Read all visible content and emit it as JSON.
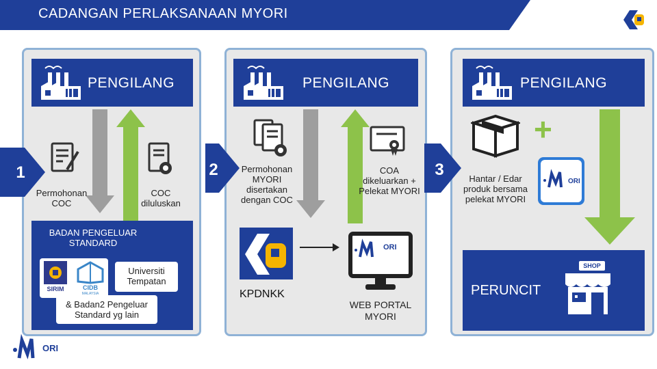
{
  "title": "CADANGAN PERLAKSANAAN MYORI",
  "panels": {
    "p1": {
      "header": "PENGILANG",
      "step": "1",
      "left_label": "Permohonan COC",
      "right_label": "COC diluluskan",
      "agency_header": "BADAN PENGELUAR STANDARD",
      "uni_label": "Universiti Tempatan",
      "sirim_label": "SIRIM",
      "cidb_label": "CIDB",
      "cidb_sub": "MALAYSIA",
      "other_label": "& Badan2 Pengeluar Standard yg lain"
    },
    "p2": {
      "header": "PENGILANG",
      "step": "2",
      "left_label": "Permohonan MYORI disertakan dengan COC",
      "right_label": "COA dikeluarkan + Pelekat MYORI",
      "kpdnkk_label": "KPDNKK",
      "portal_label": "WEB PORTAL MYORI"
    },
    "p3": {
      "header": "PENGILANG",
      "step": "3",
      "plus": "+",
      "label": "Hantar / Edar produk bersama pelekat MYORI",
      "shop_sign": "SHOP",
      "peruncit": "PERUNCIT"
    }
  },
  "logos": {
    "myori_text": "ORI"
  },
  "colors": {
    "navy": "#1f3f99",
    "green": "#8dc24a",
    "gray": "#9e9e9e",
    "panel_bg": "#e8e8e8",
    "panel_border": "#8fb2d6"
  }
}
